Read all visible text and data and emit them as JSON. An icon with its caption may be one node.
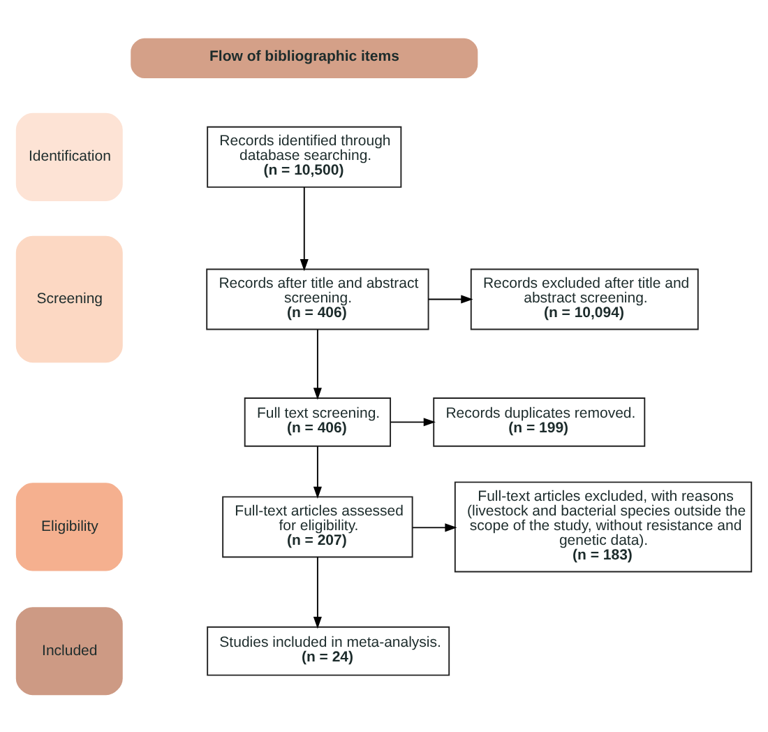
{
  "diagram": {
    "nodes": [
      {
        "text": [
          "Flow of bibliographic items"
        ]
      },
      {
        "text": [
          "Identification"
        ]
      },
      {
        "text": [
          "Records identified through database searching.",
          "(n = 10,500)"
        ]
      },
      {
        "text": [
          "Screening"
        ]
      },
      {
        "text": [
          "Records after title and abstract screening.",
          "(n = 406)"
        ]
      },
      {
        "text": [
          "Records excluded after title and abstract screening.",
          "(n = 10,094)"
        ]
      },
      {
        "text": [
          "Full text screening.",
          "(n = 406)"
        ]
      },
      {
        "text": [
          "Records duplicates removed.",
          "(n = 199)"
        ]
      },
      {
        "text": [
          "Eligibility"
        ]
      },
      {
        "text": [
          "Full-text articles assessed for eligibility.",
          "(n = 207)"
        ]
      },
      {
        "text": [
          "Full-text articles excluded, with reasons (livestock and bacterial species outside the scope of the study, without resistance and genetic data).",
          "(n = 183)"
        ]
      },
      {
        "text": [
          "Included"
        ]
      },
      {
        "text": [
          "Studies included in meta-analysis.",
          "(n = 24)"
        ]
      }
    ],
    "edges": [
      {
        "from": 2,
        "to": 4,
        "arrow": "to"
      },
      {
        "from": 4,
        "to": 5,
        "arrow": "to"
      },
      {
        "from": 4,
        "to": 6,
        "arrow": "to"
      },
      {
        "from": 6,
        "to": 7,
        "arrow": "to"
      },
      {
        "from": 6,
        "to": 9,
        "arrow": "to"
      },
      {
        "from": 9,
        "to": 10,
        "arrow": "to"
      },
      {
        "from": 9,
        "to": 12,
        "arrow": "to"
      }
    ]
  }
}
